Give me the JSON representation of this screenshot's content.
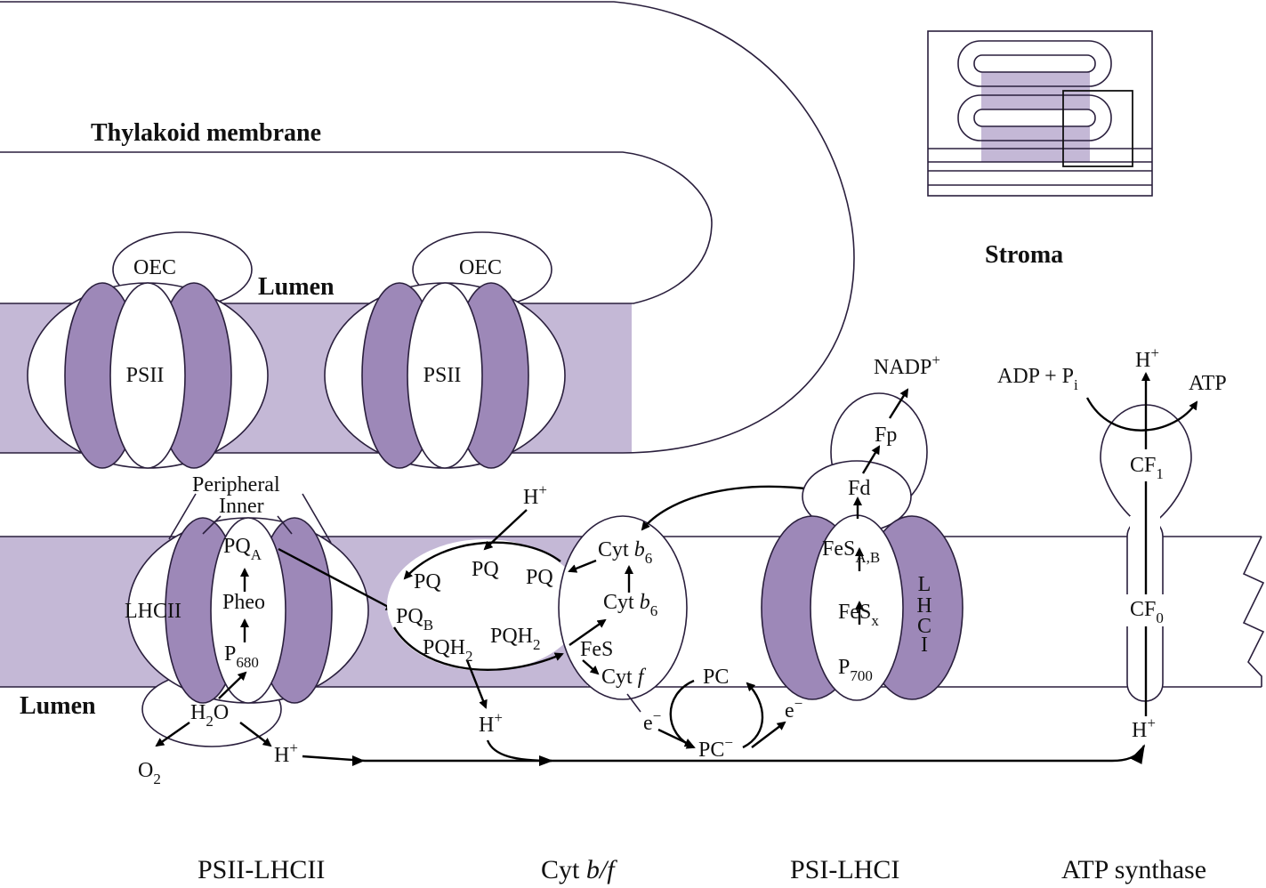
{
  "title": "Thylakoid membrane",
  "regions": {
    "lumen_upper": "Lumen",
    "lumen_lower": "Lumen",
    "stroma": "Stroma"
  },
  "upper_complexes": [
    {
      "oec": "OEC",
      "core": "PSII"
    },
    {
      "oec": "OEC",
      "core": "PSII"
    }
  ],
  "psii": {
    "peripheral": "Peripheral",
    "inner": "Inner",
    "lhcii": "LHCII",
    "pqa": "PQ",
    "pqa_sub": "A",
    "pheo": "Pheo",
    "p680": "P",
    "p680_sub": "680",
    "h2o_h": "H",
    "h2o_sub": "2",
    "h2o_o": "O",
    "o2": "O",
    "o2_sub": "2",
    "hplus": "H",
    "hplus_sup": "+"
  },
  "pq_pool": {
    "hplus_top": "H",
    "hplus_top_sup": "+",
    "pq_left": "PQ",
    "pq_mid": "PQ",
    "pq_right": "PQ",
    "pqb": "PQ",
    "pqb_sub": "B",
    "pqh2_left": "PQH",
    "pqh2_left_sub": "2",
    "pqh2_right": "PQH",
    "pqh2_right_sub": "2",
    "hplus_bottom": "H",
    "hplus_bottom_sup": "+"
  },
  "cytbf": {
    "cyt_b6_top": "Cyt ",
    "cyt_b6_top_it": "b",
    "cyt_b6_top_sub": "6",
    "cyt_b6_mid": "Cyt ",
    "cyt_b6_mid_it": "b",
    "cyt_b6_mid_sub": "6",
    "fes": "FeS",
    "cyt_f": "Cyt ",
    "cyt_f_it": "f",
    "e_minus": "e",
    "e_minus_sup": "−"
  },
  "pc_cycle": {
    "pc": "PC",
    "pc_minus": "PC",
    "pc_minus_sup": "−",
    "e_minus": "e",
    "e_minus_sup": "−"
  },
  "psi": {
    "nadp": "NADP",
    "nadp_sup": "+",
    "fp": "Fp",
    "fd": "Fd",
    "fes_ab": "FeS",
    "fes_ab_sub": "A,B",
    "fes_x": "FeS",
    "fes_x_sub": "x",
    "p700": "P",
    "p700_sub": "700",
    "lhci_letters": [
      "L",
      "H",
      "C",
      "I"
    ]
  },
  "atp_synthase": {
    "adp": "ADP + P",
    "adp_sub": "i",
    "hplus_top": "H",
    "hplus_top_sup": "+",
    "atp": "ATP",
    "cf1": "CF",
    "cf1_sub": "1",
    "cf0": "CF",
    "cf0_sub": "0",
    "hplus_bottom": "H",
    "hplus_bottom_sup": "+"
  },
  "bottom_labels": {
    "psii_lhcii": "PSII-LHCII",
    "cytbf_a": "Cyt ",
    "cytbf_b": "b/f",
    "psi_lhci": "PSI-LHCI",
    "atp_synthase": "ATP synthase"
  },
  "colors": {
    "membrane": "#c4b8d6",
    "protein_dark": "#9d88b8",
    "outline": "#2a1f3d"
  }
}
